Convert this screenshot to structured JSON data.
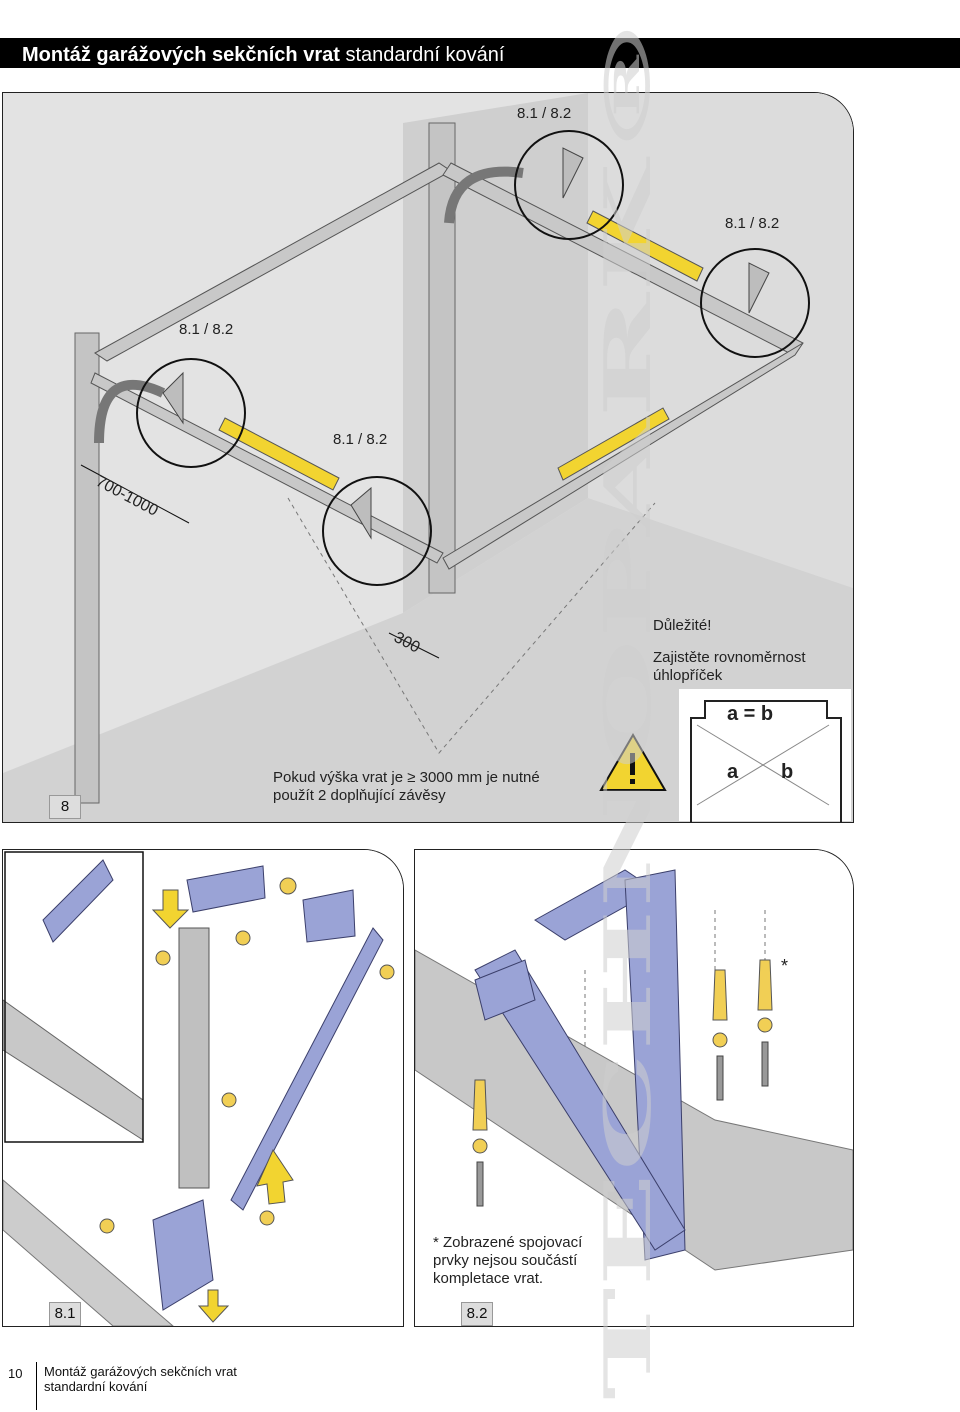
{
  "header": {
    "title_bold": "Montáž garážových sekčních vrat",
    "title_rest": "standardní kování"
  },
  "panel8": {
    "badge": "8",
    "callouts": [
      "8.1 / 8.2",
      "8.1 / 8.2",
      "8.1 / 8.2",
      "8.1 / 8.2"
    ],
    "dim_700": "700-1000",
    "dim_300": "300",
    "warning_text": "Pokud výška vrat je ≥ 3000 mm je nutné použít 2 doplňující závěsy",
    "important_title": "Důležité!",
    "important_text": "Zajistěte rovnoměrnost úhlopříček",
    "diag_eq": "a = b",
    "diag_a": "a",
    "diag_b": "b"
  },
  "panel81": {
    "badge": "8.1"
  },
  "panel82": {
    "badge": "8.2",
    "asterisk": "*",
    "note": "* Zobrazené spojovací prvky nejsou součástí kompletace vrat."
  },
  "watermark": "TECHNOPARK®",
  "footer": {
    "page": "10",
    "line1": "Montáž garážových sekčních vrat",
    "line2": "standardní kování"
  },
  "colors": {
    "part": "#9aa3d6",
    "level": "#f2d430",
    "screw": "#f1cf55",
    "wall": "#d9d9d9",
    "rail": "#c8c8c8"
  }
}
